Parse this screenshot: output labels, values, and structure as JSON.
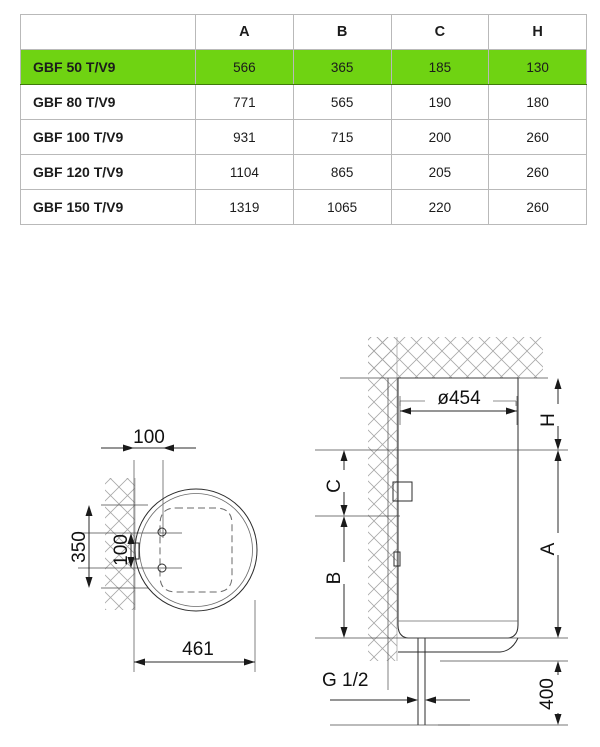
{
  "table": {
    "columns": [
      "",
      "A",
      "B",
      "C",
      "H"
    ],
    "rows": [
      {
        "model": "GBF 50 T/V9",
        "A": "566",
        "B": "365",
        "C": "185",
        "H": "130",
        "highlighted": true
      },
      {
        "model": "GBF 80 T/V9",
        "A": "771",
        "B": "565",
        "C": "190",
        "H": "180",
        "highlighted": false
      },
      {
        "model": "GBF 100 T/V9",
        "A": "931",
        "B": "715",
        "C": "200",
        "H": "260",
        "highlighted": false
      },
      {
        "model": "GBF 120 T/V9",
        "A": "1104",
        "B": "865",
        "C": "205",
        "H": "260",
        "highlighted": false
      },
      {
        "model": "GBF 150 T/V9",
        "A": "1319",
        "B": "1065",
        "C": "220",
        "H": "260",
        "highlighted": false
      }
    ],
    "highlight_color": "#6fd312"
  },
  "top_view": {
    "dim_width_top": "100",
    "dim_height_outer": "350",
    "dim_height_inner": "100",
    "dim_depth": "461"
  },
  "side_view": {
    "dim_diameter": "ø454",
    "dim_h": "H",
    "dim_c": "C",
    "dim_b": "B",
    "dim_a": "A",
    "dim_floor": "400",
    "thread_label": "G 1/2"
  }
}
